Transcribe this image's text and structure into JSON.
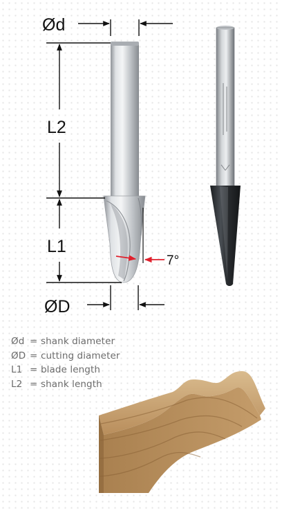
{
  "diagram": {
    "labels": {
      "shank_diameter": "Ød",
      "shank_length": "L2",
      "blade_length": "L1",
      "angle": "7°",
      "cutting_diameter": "ØD"
    }
  },
  "legend": {
    "items": [
      {
        "symbol": "Ød",
        "separator": "=",
        "meaning": "shank diameter"
      },
      {
        "symbol": "ØD",
        "separator": "=",
        "meaning": "cutting diameter"
      },
      {
        "symbol": "L1",
        "separator": "=",
        "meaning": "blade length"
      },
      {
        "symbol": "L2",
        "separator": "=",
        "meaning": "shank length"
      }
    ]
  },
  "colors": {
    "dimension_lines": "#111111",
    "angle_arrow": "#e0202c",
    "legend_text": "#6b6b6b",
    "steel": "#c8ccd0",
    "carbide": "#2e3236",
    "wood": "#c69f6f"
  },
  "icons": [
    "router-bit-drawing",
    "router-bit-photo",
    "wood-moulding-sample"
  ]
}
